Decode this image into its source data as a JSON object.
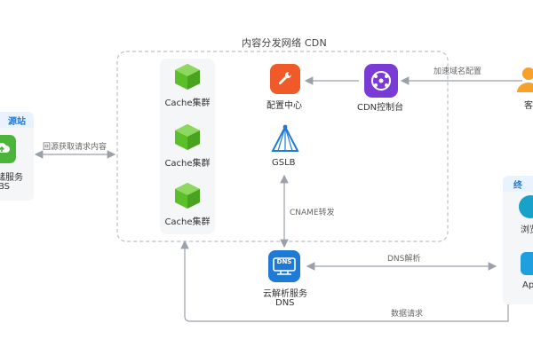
{
  "diagram": {
    "title": "内容分发网络 CDN",
    "left": {
      "tab": "源站",
      "storage_label": "储服务",
      "storage_sub": "BS",
      "connector_label": "回源获取请求内容"
    },
    "cache": [
      {
        "label": "Cache集群"
      },
      {
        "label": "Cache集群"
      },
      {
        "label": "Cache集群"
      }
    ],
    "center": {
      "config_label": "配置中心",
      "gslb_label": "GSLB",
      "console_label": "CDN控制台",
      "cname_label": "CNAME转发",
      "dns_label": "云解析服务",
      "dns_sub": "DNS",
      "dns_icon_text": "DNS"
    },
    "right": {
      "client_label": "客",
      "accelerate_label": "加速域名配置",
      "terminal_tab": "终",
      "browser_label": "浏览",
      "app_label": "Ap"
    },
    "flows": {
      "dns_resolve": "DNS解析",
      "data_request": "数据请求"
    },
    "colors": {
      "accent_blue": "#1f7ad6",
      "cache_green": "#5bbf2a",
      "red_orange": "#f05a28",
      "purple": "#7a3ad6",
      "line_gray": "#9aa1a8"
    }
  }
}
